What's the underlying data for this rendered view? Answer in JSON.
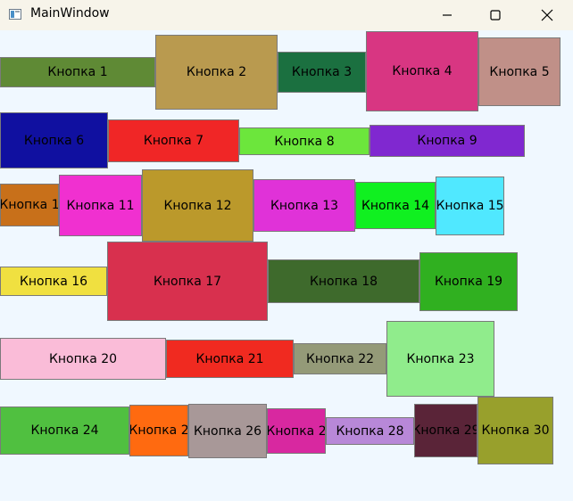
{
  "window": {
    "title": "MainWindow",
    "controls": [
      "minimize-icon",
      "maximize-icon",
      "close-icon"
    ]
  },
  "buttons": [
    {
      "label": "Кнопка 1",
      "color": "#5f8a35"
    },
    {
      "label": "Кнопка 2",
      "color": "#b99a4f"
    },
    {
      "label": "Кнопка 3",
      "color": "#1b7040"
    },
    {
      "label": "Кнопка 4",
      "color": "#d83682"
    },
    {
      "label": "Кнопка 5",
      "color": "#c09088"
    },
    {
      "label": "Кнопка 6",
      "color": "#1010a0"
    },
    {
      "label": "Кнопка 7",
      "color": "#f02626"
    },
    {
      "label": "Кнопка 8",
      "color": "#6ce63c"
    },
    {
      "label": "Кнопка 9",
      "color": "#8028d0"
    },
    {
      "label": "Кнопка 1",
      "color": "#c8701a"
    },
    {
      "label": "Кнопка 11",
      "color": "#f030d0"
    },
    {
      "label": "Кнопка 12",
      "color": "#bb992b"
    },
    {
      "label": "Кнопка 13",
      "color": "#e032d8"
    },
    {
      "label": "Кнопка 14",
      "color": "#10f020"
    },
    {
      "label": "Кнопка 15",
      "color": "#50e8ff"
    },
    {
      "label": "Кнопка 16",
      "color": "#f0e040"
    },
    {
      "label": "Кнопка 17",
      "color": "#d8304e"
    },
    {
      "label": "Кнопка 18",
      "color": "#3e6a2c"
    },
    {
      "label": "Кнопка 19",
      "color": "#30b020"
    },
    {
      "label": "Кнопка 20",
      "color": "#fabcd8"
    },
    {
      "label": "Кнопка 21",
      "color": "#f02a20"
    },
    {
      "label": "Кнопка 22",
      "color": "#949a78"
    },
    {
      "label": "Кнопка 23",
      "color": "#90ec8c"
    },
    {
      "label": "Кнопка 24",
      "color": "#50c040"
    },
    {
      "label": "Кнопка 2",
      "color": "#ff6a10"
    },
    {
      "label": "Кнопка 26",
      "color": "#a89898"
    },
    {
      "label": "Кнопка 2",
      "color": "#d828a0"
    },
    {
      "label": "Кнопка 28",
      "color": "#b888d8"
    },
    {
      "label": "Кнопка 29",
      "color": "#5a2438"
    },
    {
      "label": "Кнопка 30",
      "color": "#98a02c"
    }
  ]
}
